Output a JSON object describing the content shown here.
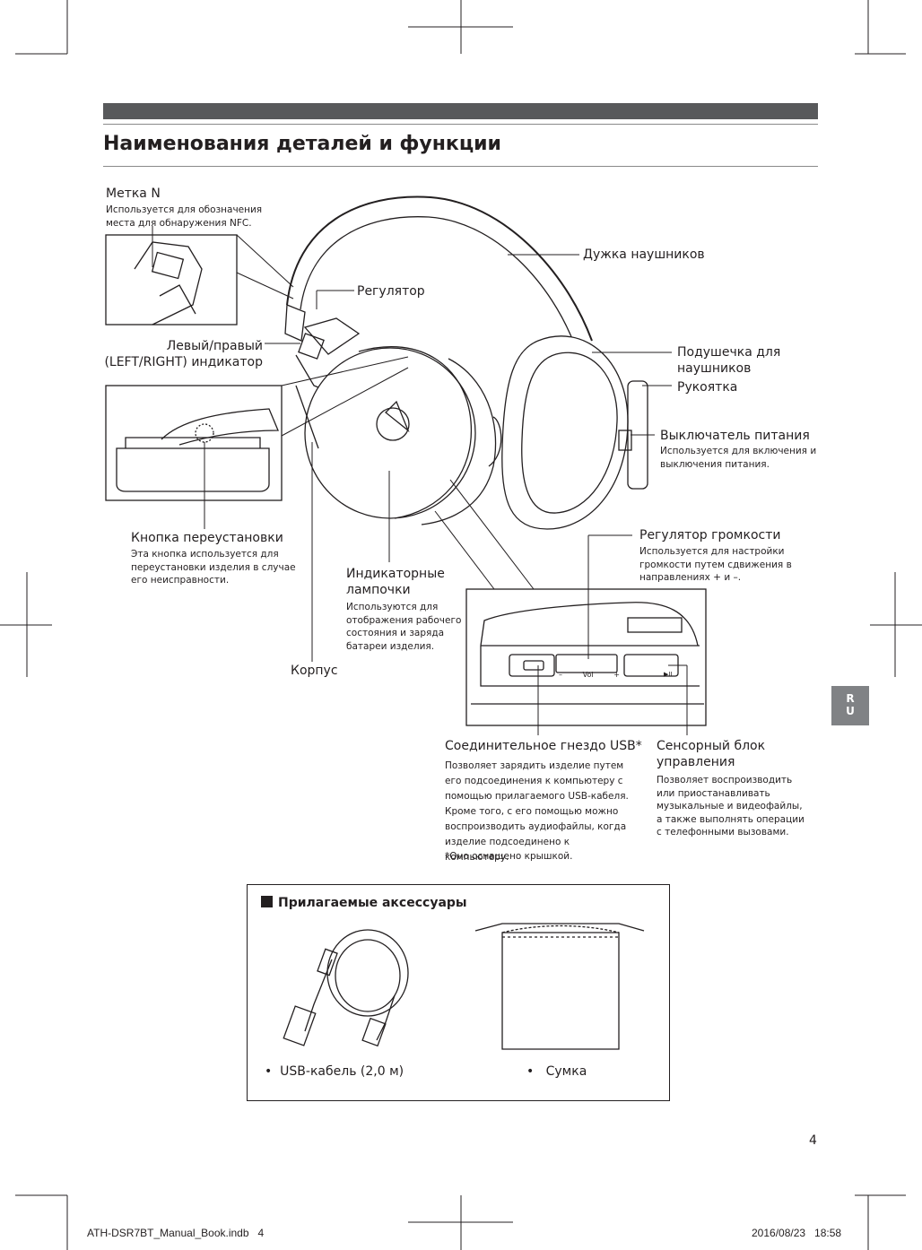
{
  "page": {
    "title": "Наименования деталей и функции",
    "page_number": "4",
    "language_tab": "R\nU"
  },
  "callouts": {
    "nfc_mark": {
      "label": "Метка N",
      "desc": "Используется для обозначения места для обнаружения NFC."
    },
    "headband": {
      "label": "Дужка наушников"
    },
    "slider": {
      "label": "Регулятор"
    },
    "lr_indicator": {
      "label": "Левый/правый (LEFT/RIGHT) индикатор"
    },
    "ear_pad": {
      "label": "Подушечка для наушников"
    },
    "arm": {
      "label": "Рукоятка"
    },
    "power_switch": {
      "label": "Выключатель питания",
      "desc": "Используется для включения и выключения питания."
    },
    "reset_button": {
      "label": "Кнопка переустановки",
      "desc": "Эта кнопка используется для переустановки изделия в случае его неисправности."
    },
    "volume_control": {
      "label": "Регулятор громкости",
      "desc": "Используется для настройки громкости путем сдвижения в направлениях + и –."
    },
    "indicator_lamps": {
      "label": "Индикаторные лампочки",
      "desc": "Используются для отображения рабочего состояния и заряда батареи изделия."
    },
    "housing": {
      "label": "Корпус"
    },
    "usb_port": {
      "label": "Соединительное гнездо USB*",
      "desc": "Позволяет зарядить изделие путем его подсоединения к компьютеру с помощью прилагаемого USB-кабеля. Кроме того, с его помощью можно воспроизводить аудиофайлы, когда изделие подсоединено к компьютеру.",
      "note": "*Оно оснащено крышкой."
    },
    "touch_panel": {
      "label": "Сенсорный блок управления",
      "desc": "Позволяет воспроизводить или приостанавливать музыкальные и видеофайлы, а также выполнять операции с телефонными вызовами."
    }
  },
  "detail_panel": {
    "minus": "–",
    "vol": "Vol",
    "plus": "+",
    "play": "▶II"
  },
  "accessories": {
    "title": "Прилагаемые аксессуары",
    "items": [
      {
        "label": "USB-кабель (2,0 м)",
        "icon": "usb-cable-illustration"
      },
      {
        "label": "Сумка",
        "icon": "pouch-illustration"
      }
    ]
  },
  "footer": {
    "file": "ATH-DSR7BT_Manual_Book.indb   4",
    "date": "2016/08/23   18:58"
  },
  "colors": {
    "bar": "#58595b",
    "text": "#231f20",
    "tab": "#808285"
  }
}
